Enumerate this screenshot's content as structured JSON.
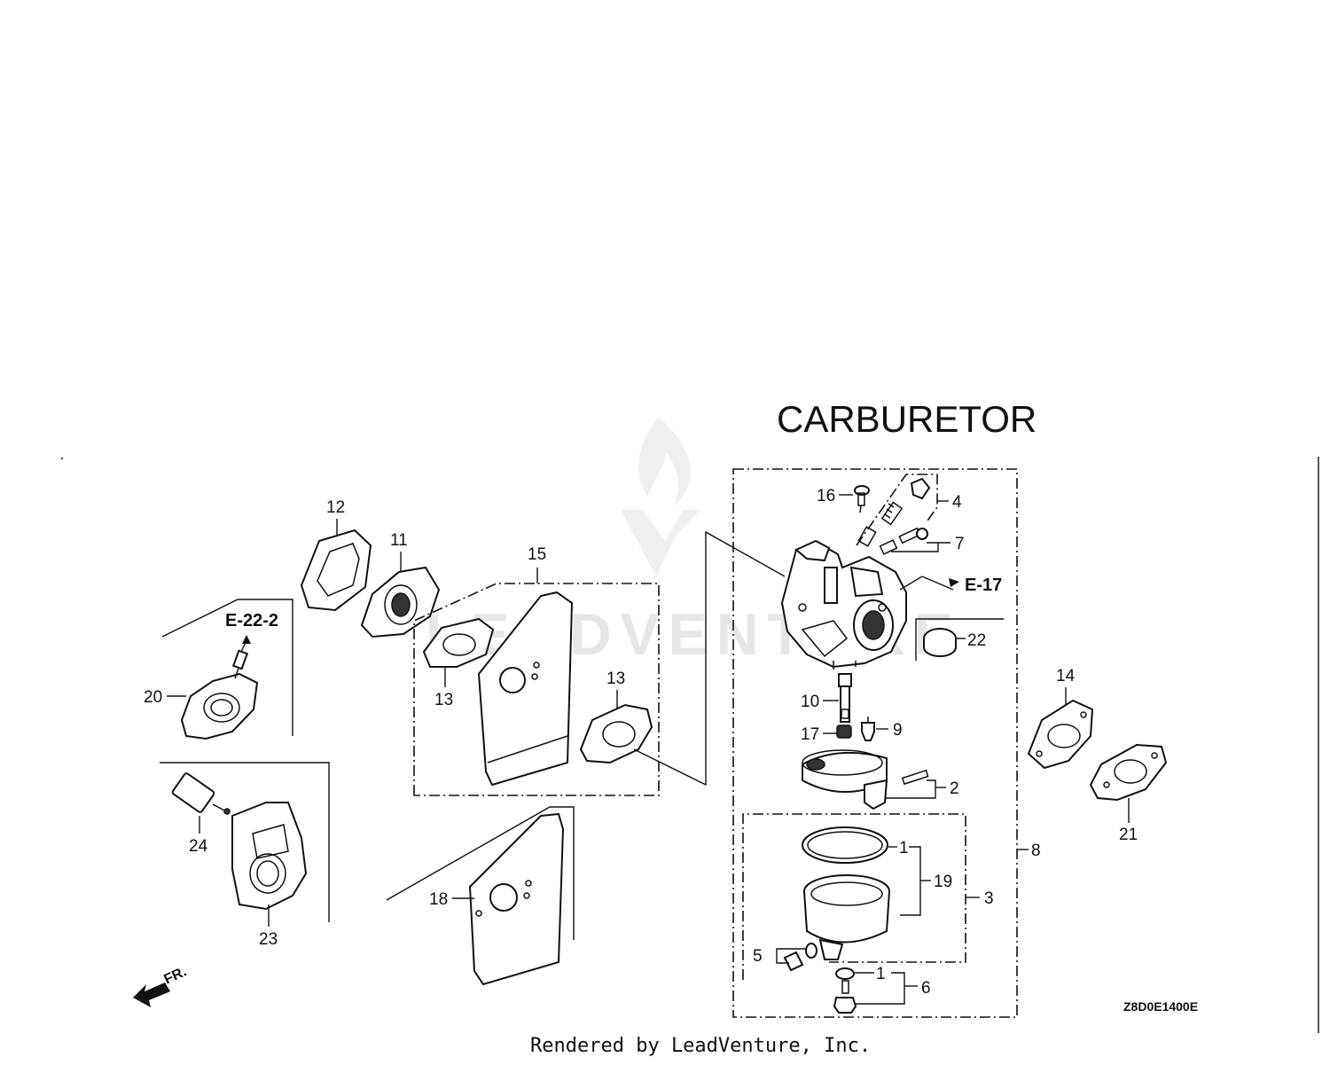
{
  "diagram": {
    "title": "CARBURETOR",
    "drawing_code": "Z8D0E1400E",
    "footer_credit": "Rendered by LeadVenture, Inc.",
    "watermark": "LEADVENTURE",
    "direction_label": "FR.",
    "cross_references": [
      "E-22-2",
      "E-17"
    ],
    "callouts": {
      "c1a": "1",
      "c1b": "1",
      "c2": "2",
      "c3": "3",
      "c4": "4",
      "c5": "5",
      "c6": "6",
      "c7": "7",
      "c8": "8",
      "c9": "9",
      "c10": "10",
      "c11": "11",
      "c12": "12",
      "c13a": "13",
      "c13b": "13",
      "c14": "14",
      "c15": "15",
      "c16": "16",
      "c17": "17",
      "c18": "18",
      "c19": "19",
      "c20": "20",
      "c21": "21",
      "c22": "22",
      "c23": "23",
      "c24": "24"
    }
  }
}
